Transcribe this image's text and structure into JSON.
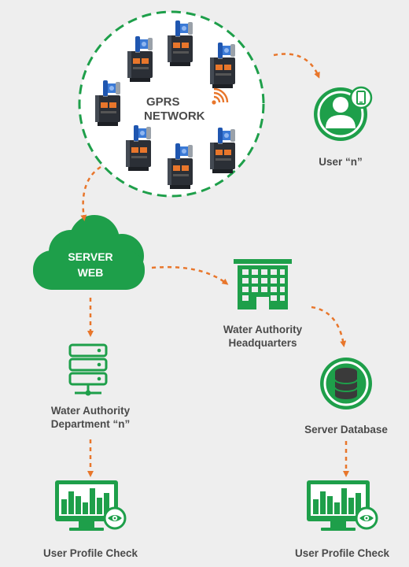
{
  "network": {
    "line1": "GPRS",
    "line2": "NETWORK"
  },
  "user_n": {
    "label": "User “n”"
  },
  "server_web": {
    "line1": "SERVER",
    "line2": "WEB"
  },
  "headquarters": {
    "line1": "Water Authority",
    "line2": "Headquarters"
  },
  "department": {
    "line1": "Water Authority",
    "line2": "Department “n”"
  },
  "server_database": {
    "label": "Server Database"
  },
  "profile_check_left": {
    "label": "User Profile Check"
  },
  "profile_check_right": {
    "label": "User Profile Check"
  },
  "colors": {
    "green": "#1e9f4a",
    "orange": "#e8762b",
    "text": "#4a4a4a",
    "background": "#eeeeee"
  },
  "icons": [
    "water-meter-icon",
    "wifi-signal-icon",
    "user-avatar-icon",
    "smartphone-icon",
    "cloud-icon",
    "building-icon",
    "server-rack-icon",
    "database-icon",
    "monitor-chart-icon",
    "eye-icon"
  ]
}
